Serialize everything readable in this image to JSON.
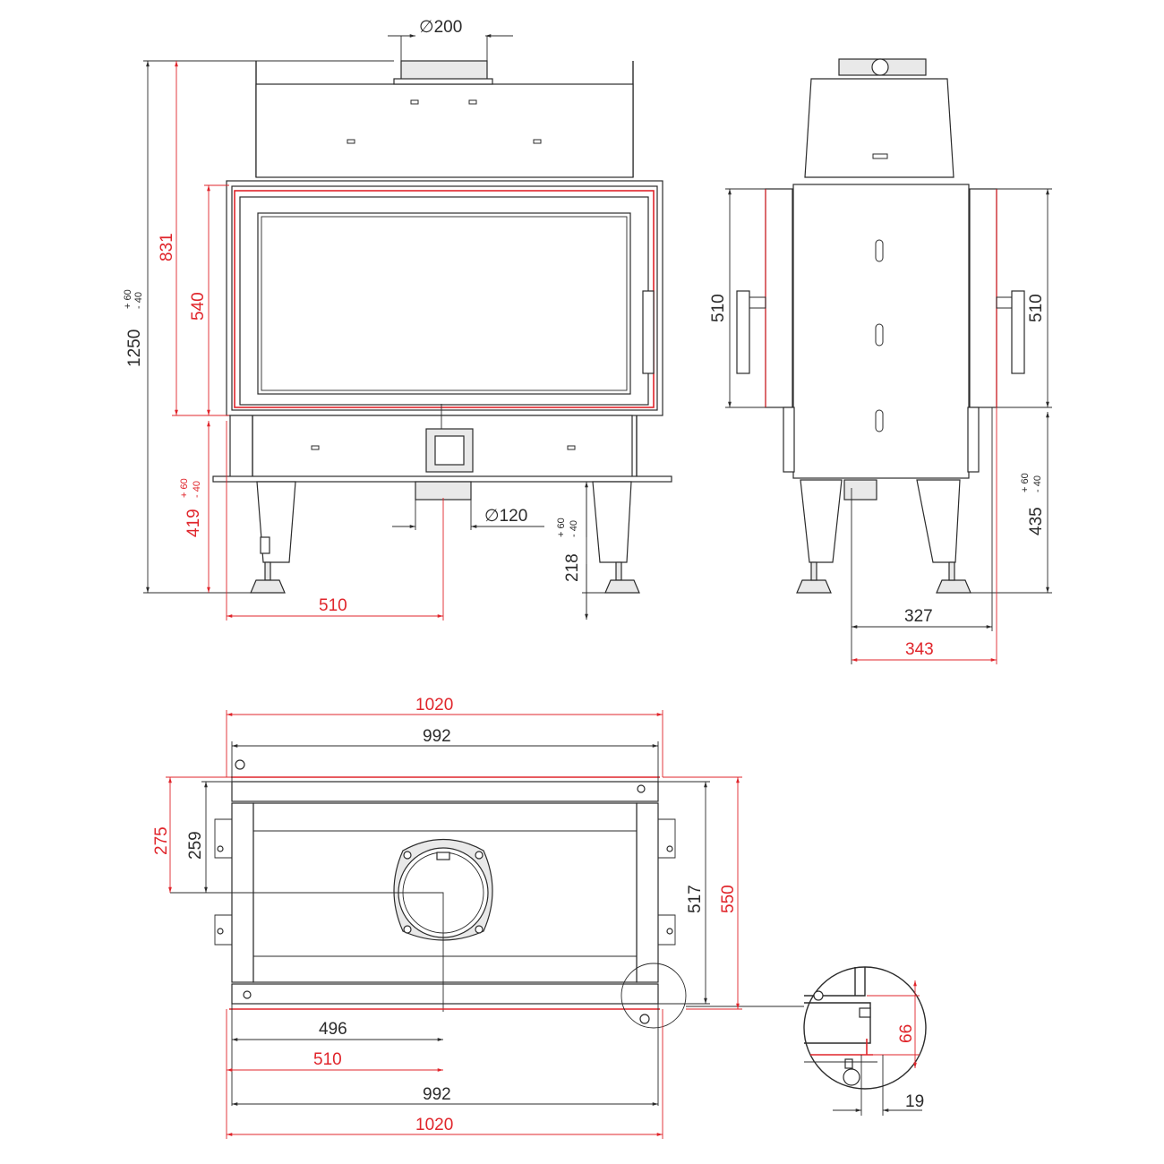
{
  "labels": {
    "flue_top": "200",
    "air_inlet": "120",
    "total_height": "1250",
    "total_height_tol_plus": "+ 60",
    "total_height_tol_minus": "- 40",
    "h_831": "831",
    "h_540": "540",
    "h_419": "419",
    "h_419_tol_plus": "+ 60",
    "h_419_tol_minus": "- 40",
    "h_218": "218",
    "h_218_tol_plus": "+ 60",
    "h_218_tol_minus": "- 40",
    "w_510_front": "510",
    "side_510_left": "510",
    "side_510_right": "510",
    "side_435": "435",
    "side_435_tol_plus": "+ 60",
    "side_435_tol_minus": "- 40",
    "side_327": "327",
    "side_343": "343",
    "top_1020": "1020",
    "top_992": "992",
    "plan_275": "275",
    "plan_259": "259",
    "plan_517": "517",
    "plan_550": "550",
    "bottom_496": "496",
    "bottom_510": "510",
    "bottom_992": "992",
    "bottom_1020": "1020",
    "detail_66": "66",
    "detail_19": "19"
  },
  "colors": {
    "line": "#2b2b2b",
    "accent": "#e0252b"
  }
}
